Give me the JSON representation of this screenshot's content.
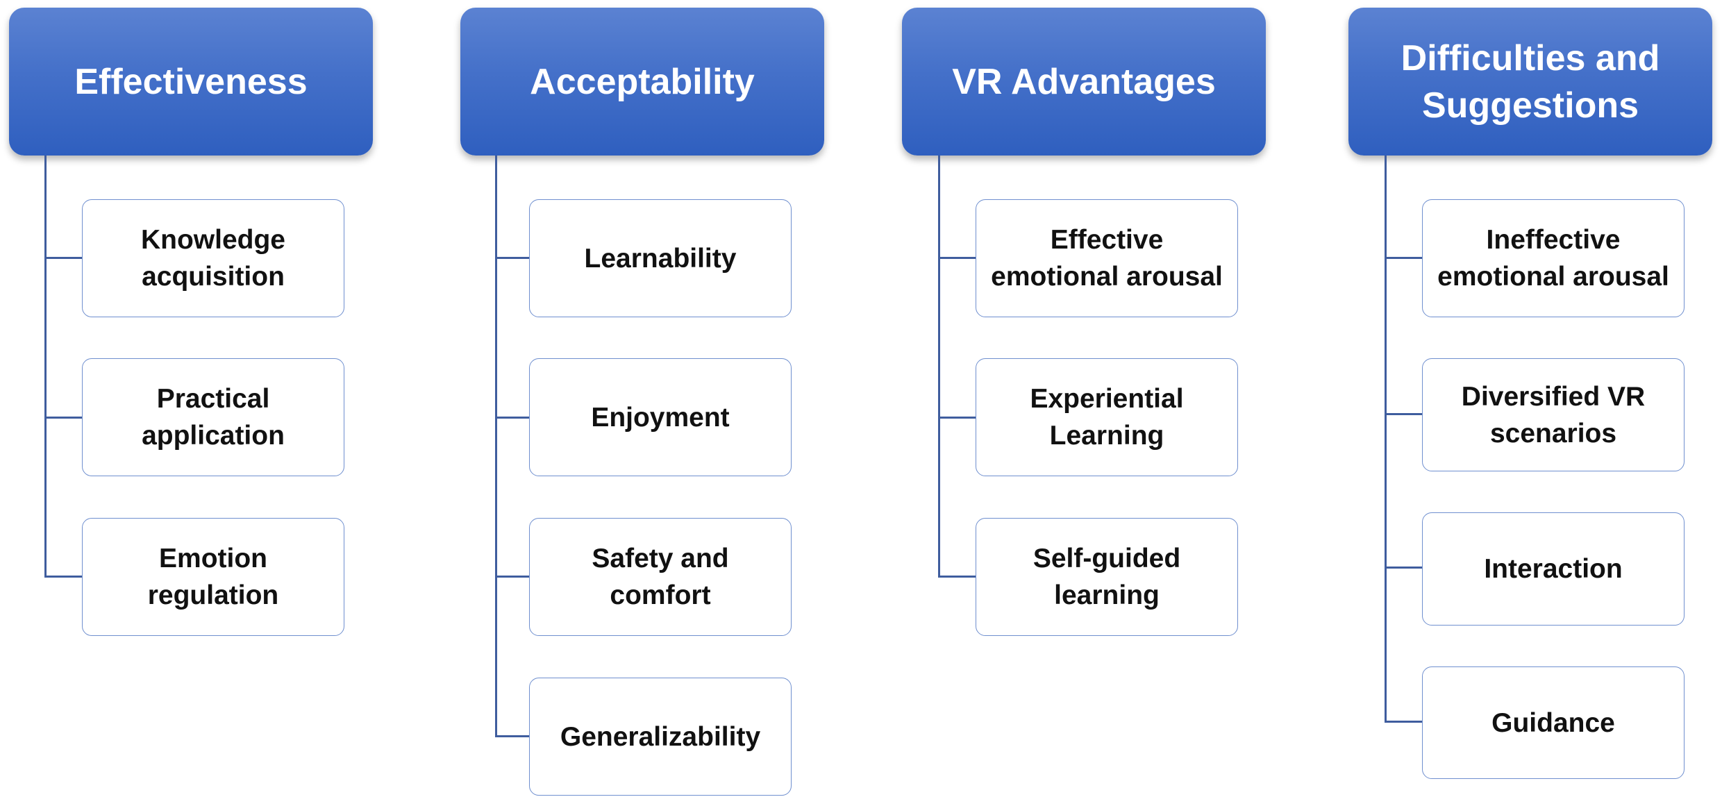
{
  "columns": [
    {
      "header": "Effectiveness",
      "items": [
        "Knowledge acquisition",
        "Practical application",
        "Emotion regulation"
      ]
    },
    {
      "header": "Acceptability",
      "items": [
        "Learnability",
        "Enjoyment",
        "Safety and comfort",
        "Generalizability"
      ]
    },
    {
      "header": "VR Advantages",
      "items": [
        "Effective emotional arousal",
        "Experiential Learning",
        "Self-guided learning"
      ]
    },
    {
      "header": "Difficulties and Suggestions",
      "items": [
        "Ineffective emotional arousal",
        "Diversified VR scenarios",
        "Interaction",
        "Guidance"
      ]
    }
  ],
  "colors": {
    "header_top": "#5b82d2",
    "header_bottom": "#2f5fbf",
    "connector": "#3f5d9e",
    "item_border": "#6f8fcf"
  }
}
